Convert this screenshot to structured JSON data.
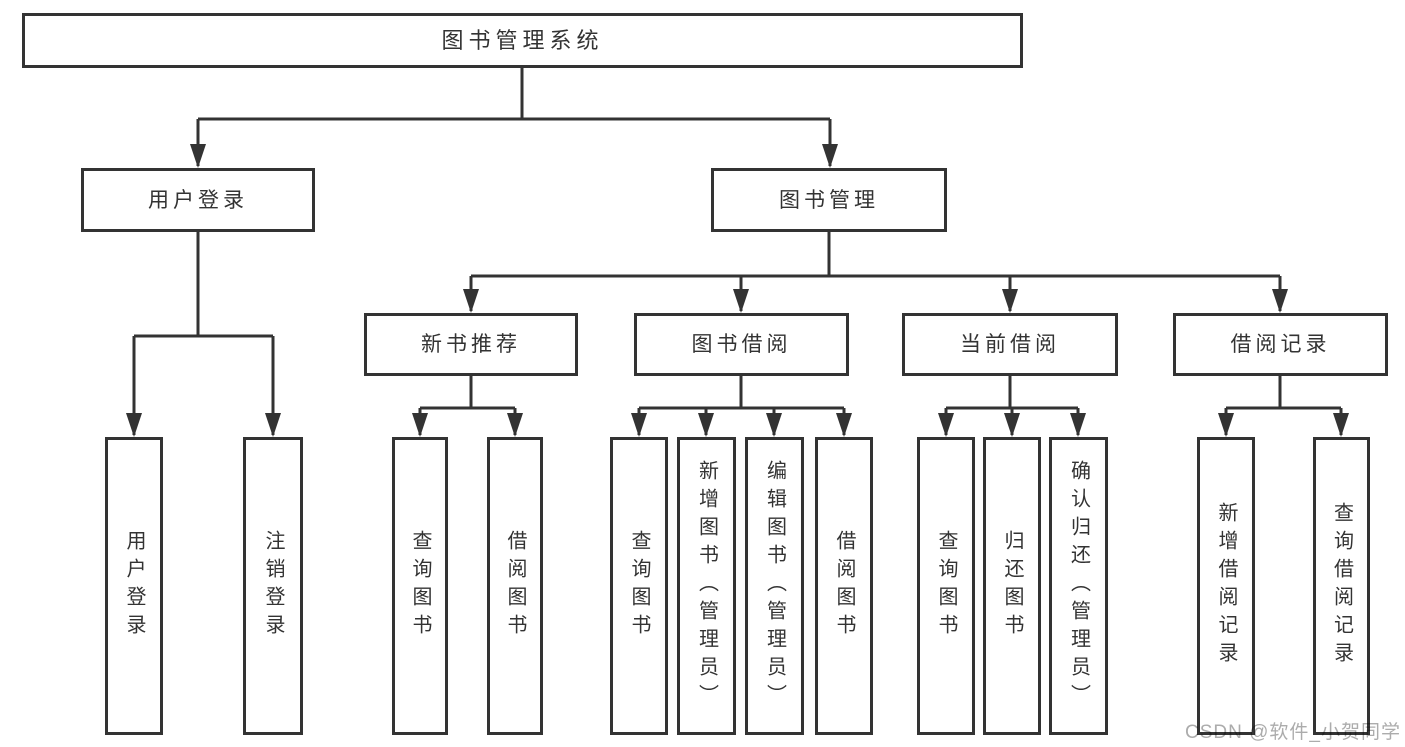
{
  "diagram": {
    "root": {
      "label": "图书管理系统"
    },
    "level2": [
      {
        "label": "用户登录"
      },
      {
        "label": "图书管理"
      }
    ],
    "level3": [
      {
        "label": "新书推荐"
      },
      {
        "label": "图书借阅"
      },
      {
        "label": "当前借阅"
      },
      {
        "label": "借阅记录"
      }
    ],
    "leaves": {
      "user": [
        "用户登录",
        "注销登录"
      ],
      "recommend": [
        "查询图书",
        "借阅图书"
      ],
      "borrow": [
        "查询图书",
        "新增图书（管理员）",
        "编辑图书（管理员）",
        "借阅图书"
      ],
      "current": [
        "查询图书",
        "归还图书",
        "确认归还（管理员）"
      ],
      "records": [
        "新增借阅记录",
        "查询借阅记录"
      ]
    }
  },
  "watermark": {
    "text": "CSDN @软件_小贺同学"
  },
  "colors": {
    "line": "#333333",
    "text": "#333333",
    "watermark": "#acacac",
    "background": "#ffffff"
  }
}
